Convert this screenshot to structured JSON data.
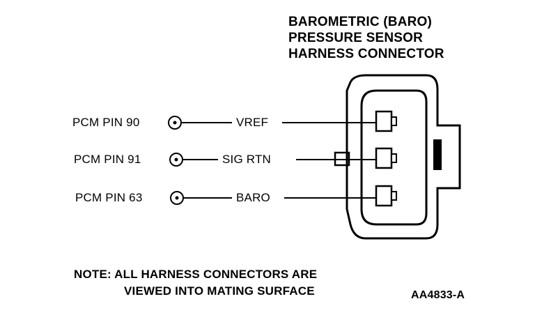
{
  "title_lines": [
    "BAROMETRIC (BARO)",
    "PRESSURE SENSOR",
    "HARNESS CONNECTOR"
  ],
  "pins": [
    {
      "pcm": "PCM PIN 90",
      "signal": "VREF"
    },
    {
      "pcm": "PCM PIN 91",
      "signal": "SIG RTN"
    },
    {
      "pcm": "PCM PIN 63",
      "signal": "BARO"
    }
  ],
  "note": {
    "line1": "NOTE: ALL HARNESS CONNECTORS ARE",
    "line2": "VIEWED INTO MATING SURFACE"
  },
  "figure_code": "AA4833-A"
}
